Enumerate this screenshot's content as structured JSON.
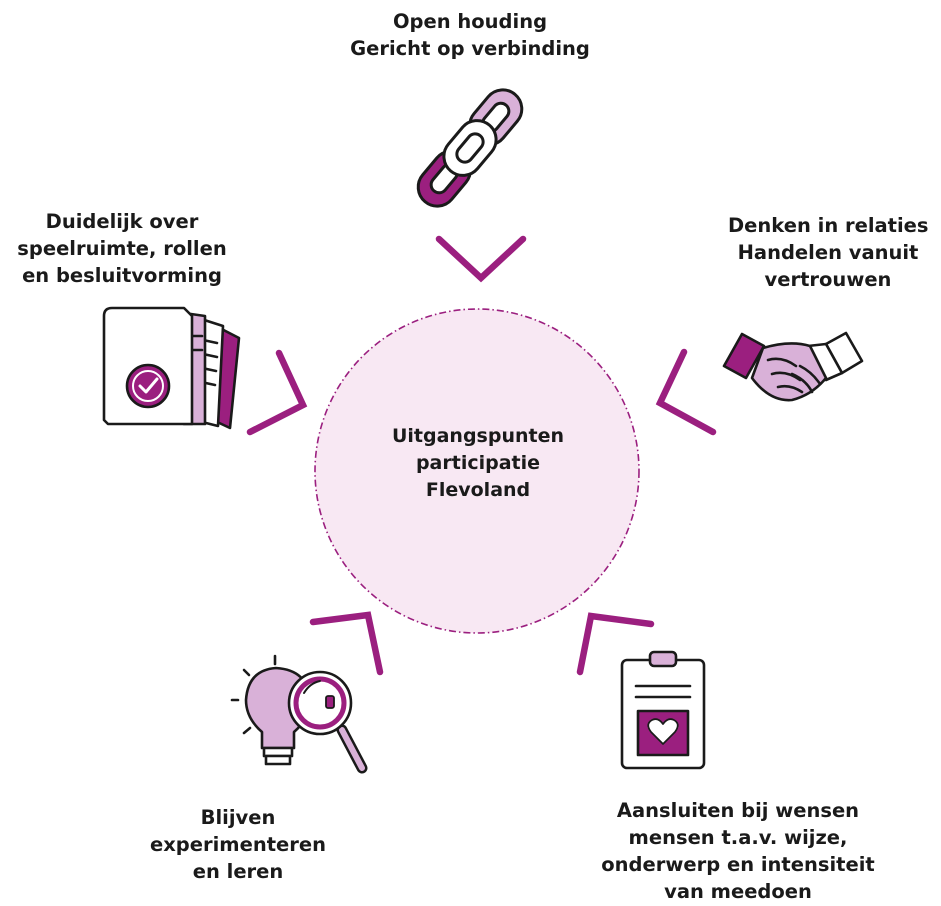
{
  "center": {
    "lines": [
      "Uitgangspunten",
      "participatie",
      "Flevoland"
    ]
  },
  "items": [
    {
      "lines": [
        "Open houding",
        "Gericht op verbinding"
      ],
      "icon": "chain-link-icon"
    },
    {
      "lines": [
        "Denken in relaties",
        "Handelen vanuit",
        "vertrouwen"
      ],
      "icon": "handshake-icon"
    },
    {
      "lines": [
        "Aansluiten bij wensen",
        "mensen t.a.v. wijze,",
        "onderwerp en intensiteit",
        "van meedoen"
      ],
      "icon": "clipboard-heart-icon"
    },
    {
      "lines": [
        "Blijven",
        "experimenteren",
        "en leren"
      ],
      "icon": "lightbulb-magnifier-icon"
    },
    {
      "lines": [
        "Duidelijk over",
        "speelruimte, rollen",
        "en besluitvorming"
      ],
      "icon": "document-check-icon"
    }
  ],
  "colors": {
    "accent": "#9b1f7f",
    "light_fill": "#f8e8f3",
    "mid_fill": "#d9b1d8",
    "text": "#1a1a1a"
  }
}
